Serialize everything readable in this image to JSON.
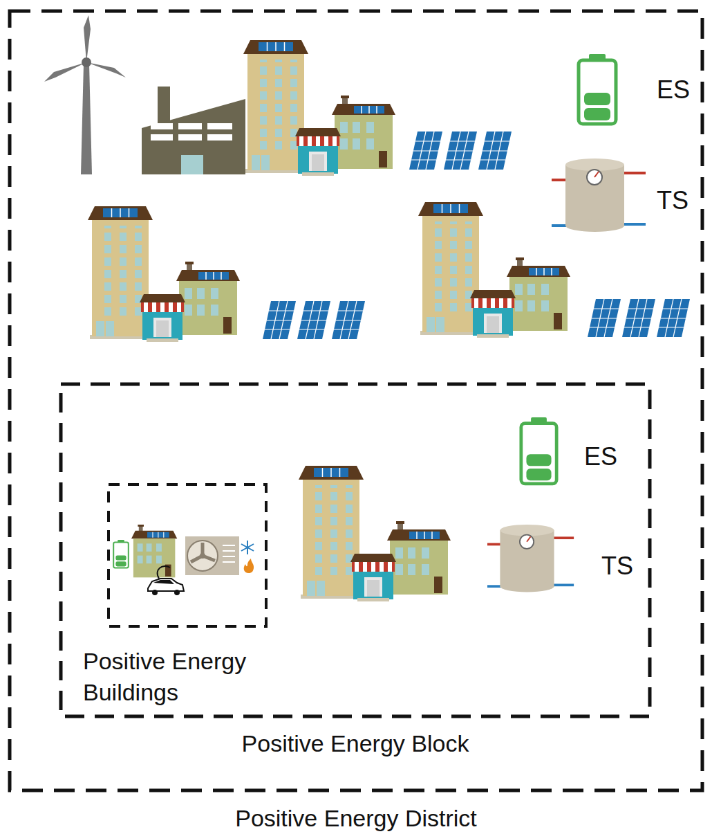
{
  "diagram": {
    "nodes": [
      {
        "text": [
          "Positive Energy District"
        ]
      },
      {
        "text": [
          "Positive Energy Block"
        ],
        "in": 0
      },
      {
        "text": [
          "Positive Energy Buildings"
        ],
        "in": 1
      }
    ],
    "labels": [
      "ES",
      "TS",
      "ES",
      "TS"
    ]
  }
}
